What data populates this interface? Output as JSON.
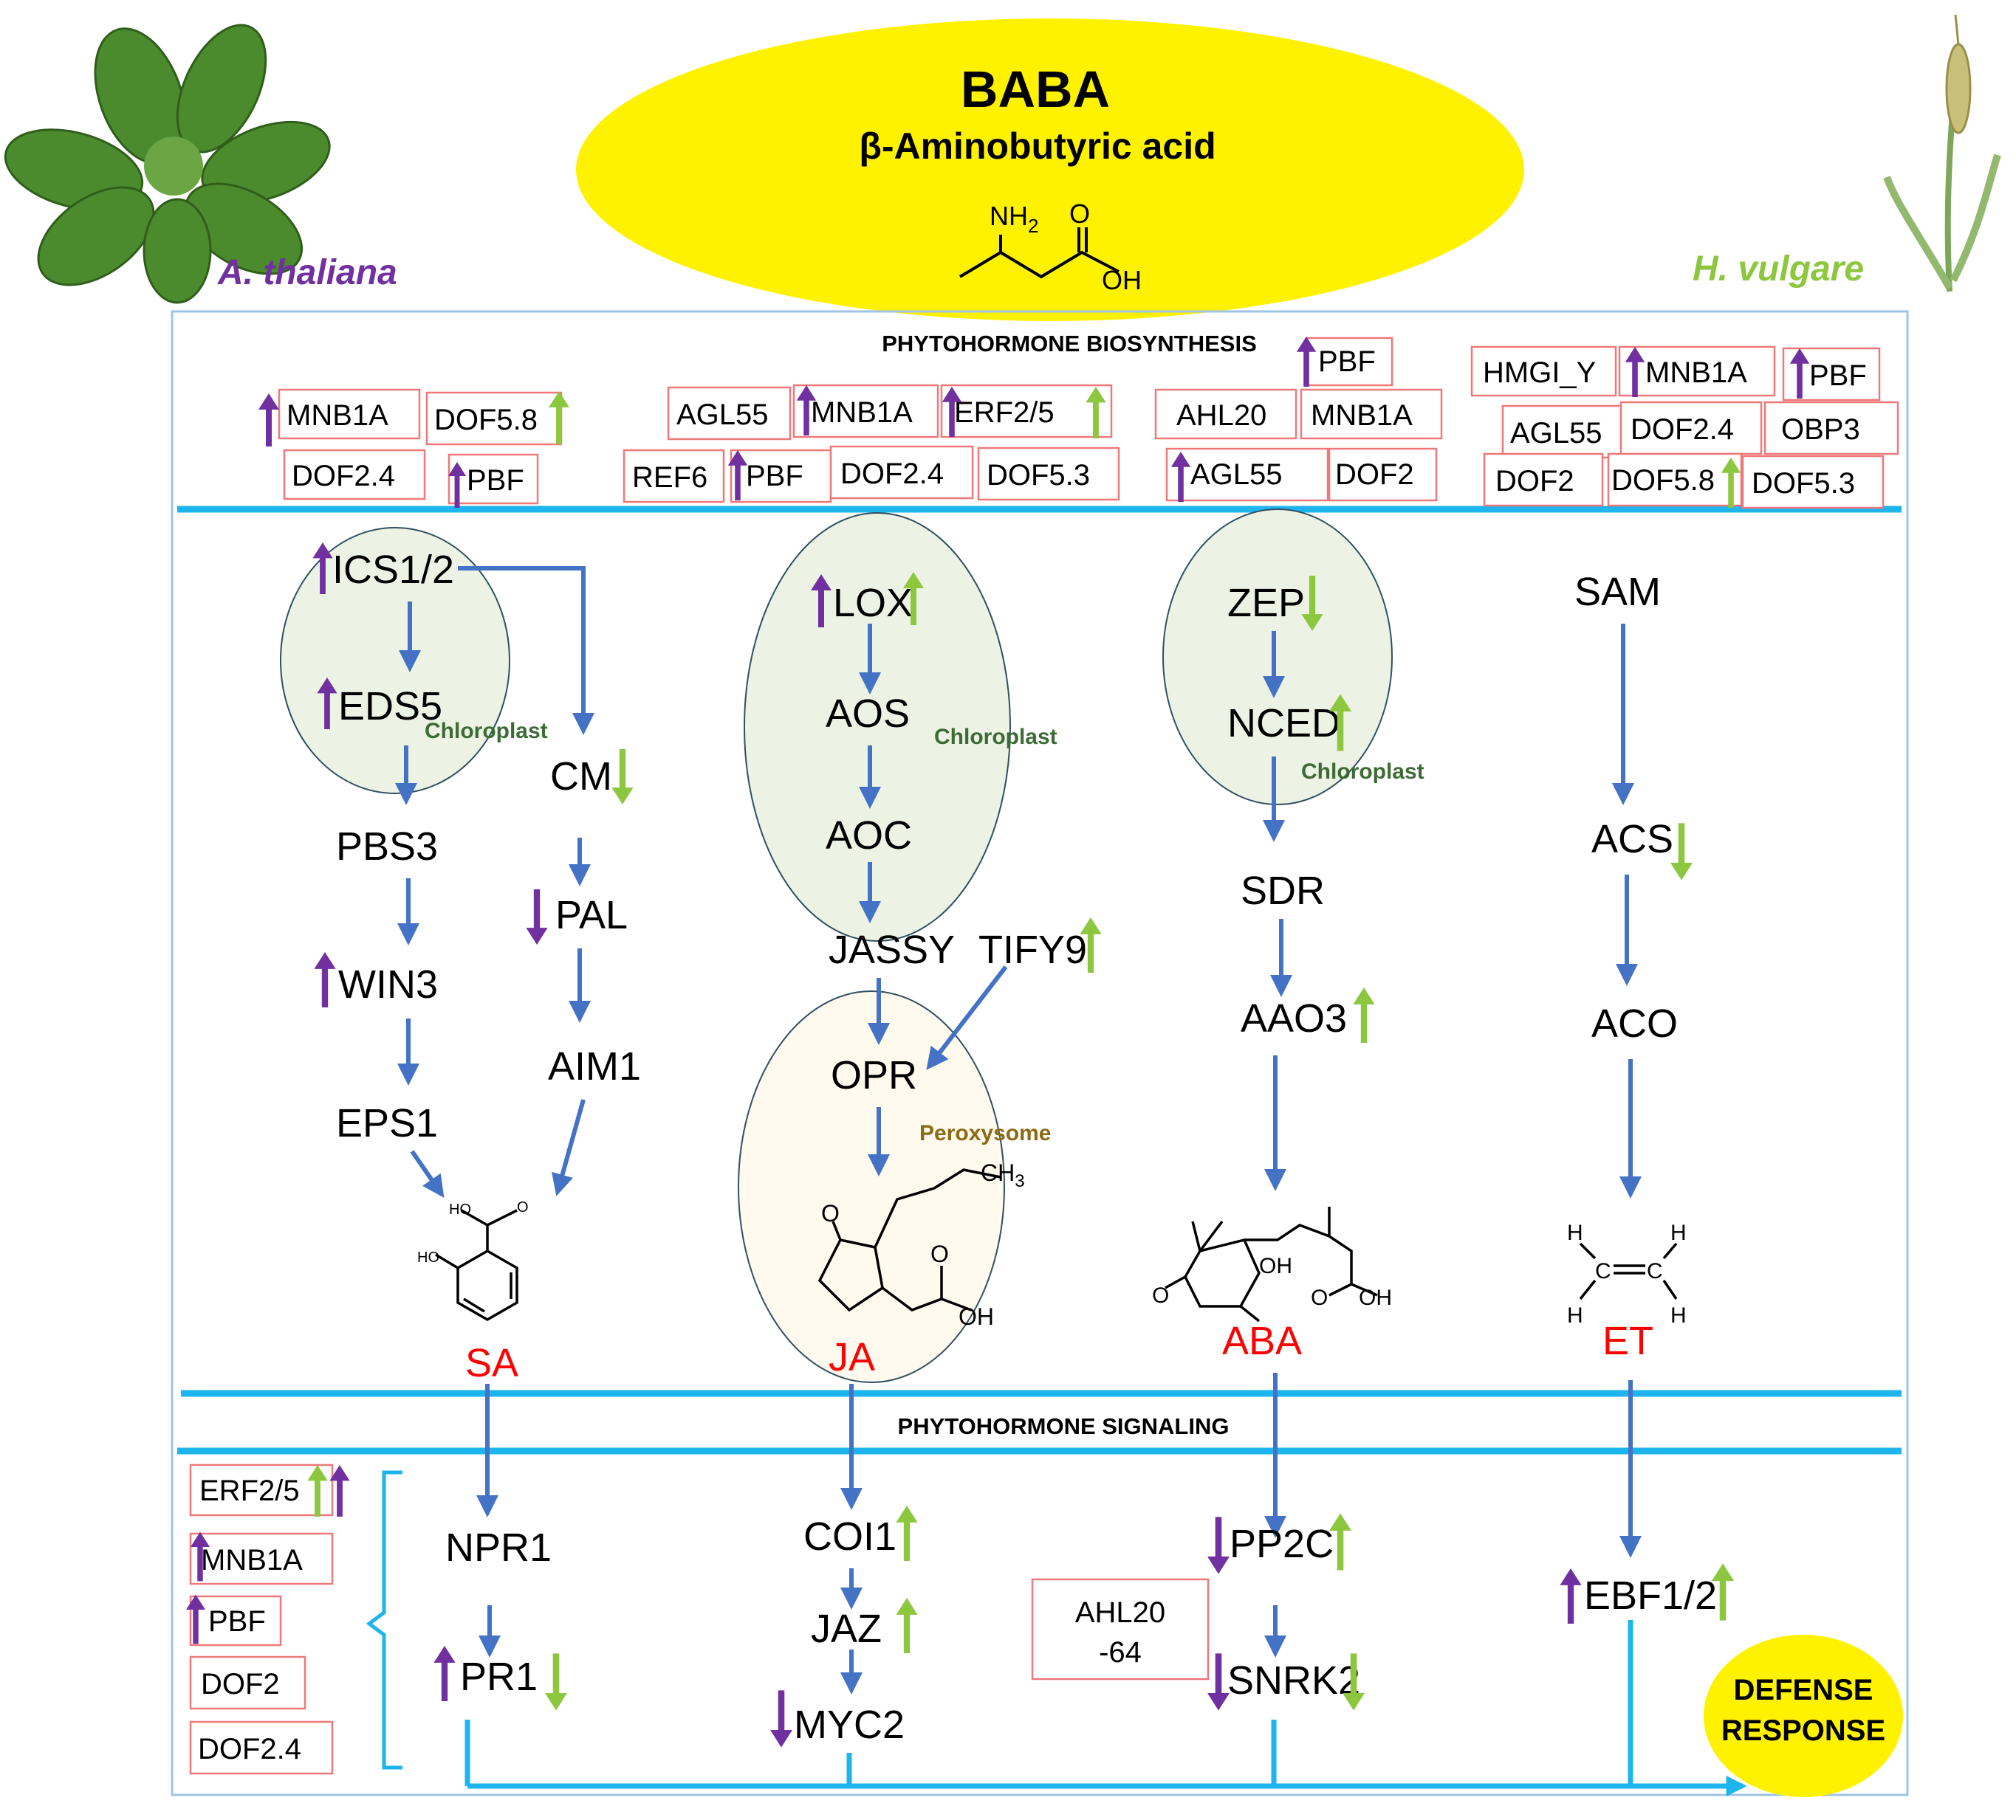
{
  "header": {
    "title": "BABA",
    "subtitle": "β-Aminobutyric acid",
    "formula": {
      "nh2": "NH",
      "nh2_sub": "2",
      "o": "O",
      "oh": "OH"
    }
  },
  "species": {
    "left": "A. thaliana",
    "right": "H. vulgare"
  },
  "sections": {
    "biosynthesis": "PHYTOHORMONE BIOSYNTHESIS",
    "signaling": "PHYTOHORMONE SIGNALING"
  },
  "compartments": {
    "chloroplast": "Chloroplast",
    "peroxysome": "Peroxysome"
  },
  "genes": {
    "ics": "ICS1/2",
    "eds5": "EDS5",
    "pbs3": "PBS3",
    "win3": "WIN3",
    "eps1": "EPS1",
    "cm": "CM",
    "pal": "PAL",
    "aim1": "AIM1",
    "lox": "LOX",
    "aos": "AOS",
    "aoc": "AOC",
    "jassy": "JASSY",
    "tify9": "TIFY9",
    "opr": "OPR",
    "zep": "ZEP",
    "nced": "NCED",
    "sdr": "SDR",
    "aao3": "AAO3",
    "sam": "SAM",
    "acs": "ACS",
    "aco": "ACO",
    "npr1": "NPR1",
    "pr1": "PR1",
    "coi1": "COI1",
    "jaz": "JAZ",
    "myc2": "MYC2",
    "pp2c": "PP2C",
    "snrk2": "SNRK2",
    "ebf": "EBF1/2"
  },
  "hormones": {
    "sa": "SA",
    "ja": "JA",
    "aba": "ABA",
    "et": "ET"
  },
  "tf_sa": [
    "MNB1A",
    "DOF5.8",
    "DOF2.4",
    "PBF"
  ],
  "tf_ja": [
    "AGL55",
    "MNB1A",
    "ERF2/5",
    "REF6",
    "PBF",
    "DOF2.4",
    "DOF5.3"
  ],
  "tf_aba": [
    "PBF",
    "AHL20",
    "MNB1A",
    "AGL55",
    "DOF2"
  ],
  "tf_et": [
    "HMGI_Y",
    "MNB1A",
    "PBF",
    "AGL55",
    "DOF2.4",
    "OBP3",
    "DOF2",
    "DOF5.8",
    "DOF5.3"
  ],
  "tf_signal": [
    "ERF2/5",
    "MNB1A",
    "PBF",
    "DOF2",
    "DOF2.4"
  ],
  "ahl_box": {
    "line1": "AHL20",
    "line2": "-64"
  },
  "chem": {
    "ho": "HO",
    "o": "O",
    "oh": "OH",
    "ch3": "CH",
    "ch3_sub": "3",
    "c": "C",
    "h": "H"
  },
  "defense": {
    "line1": "DEFENSE",
    "line2": "RESPONSE"
  },
  "colors": {
    "yellow": "#FFF200",
    "blue_line": "#1EB4EE",
    "arrow_blue": "#4472C4",
    "purple": "#7030A0",
    "green": "#8DC63F",
    "red_text": "#FF0000",
    "box_border": "#F0787A",
    "chloroplast": "#EDF3E4",
    "peroxysome": "#FFF9EE",
    "chloroplast_text": "#3D6B35",
    "peroxysome_text": "#8B6A14"
  }
}
